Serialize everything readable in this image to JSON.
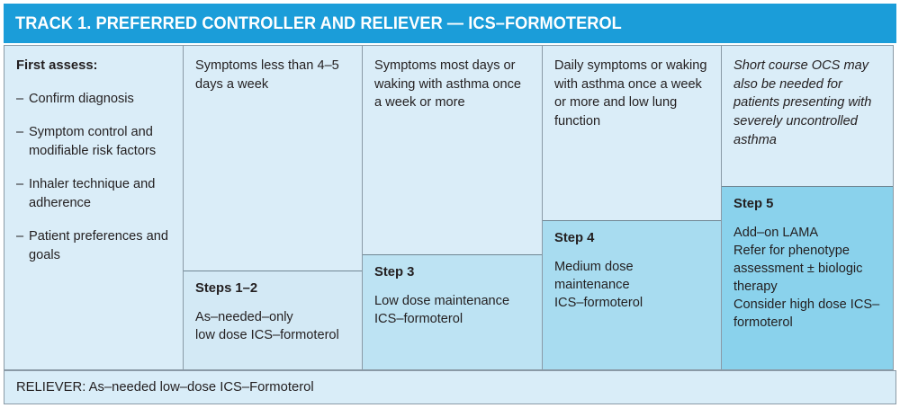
{
  "header": {
    "title": "TRACK 1. PREFERRED CONTROLLER AND RELIEVER — ICS–FORMOTEROL",
    "bar_color": "#1b9dd9",
    "text_color": "#ffffff"
  },
  "columns": [
    {
      "id": "assess",
      "title": "First assess:",
      "items": [
        "Confirm diagnosis",
        "Symptom control and modifiable risk factors",
        "Inhaler technique and adherence",
        "Patient preferences and goals"
      ],
      "dash": "–",
      "bg": "#daedf8"
    },
    {
      "id": "col-steps-1-2",
      "criteria": "Symptoms less than 4–5 days a week",
      "step": {
        "label": "Steps 1–2",
        "body": "As–needed–only\nlow dose ICS–formoterol",
        "bg": "#d3e9f5"
      }
    },
    {
      "id": "col-step-3",
      "criteria": "Symptoms most days or waking with asthma once a week or more",
      "step": {
        "label": "Step 3",
        "body": "Low dose maintenance ICS–formoterol",
        "bg": "#bde3f3"
      }
    },
    {
      "id": "col-step-4",
      "criteria": "Daily symptoms or waking with asthma once a week or more and low lung function",
      "step": {
        "label": "Step 4",
        "body": "Medium dose\nmaintenance\nICS–formoterol",
        "bg": "#a8dcf0"
      }
    },
    {
      "id": "col-step-5",
      "criteria": "Short course OCS may also be needed for patients presenting with severely uncontrolled asthma",
      "criteria_style": "italic",
      "step": {
        "label": "Step 5",
        "body": "Add–on LAMA\nRefer for phenotype assessment ± biologic therapy\nConsider high dose ICS–formoterol",
        "bg": "#8ad2ec"
      }
    }
  ],
  "reliever": {
    "text": "RELIEVER: As–needed low–dose ICS–Formoterol",
    "bg": "#d9edf8"
  }
}
